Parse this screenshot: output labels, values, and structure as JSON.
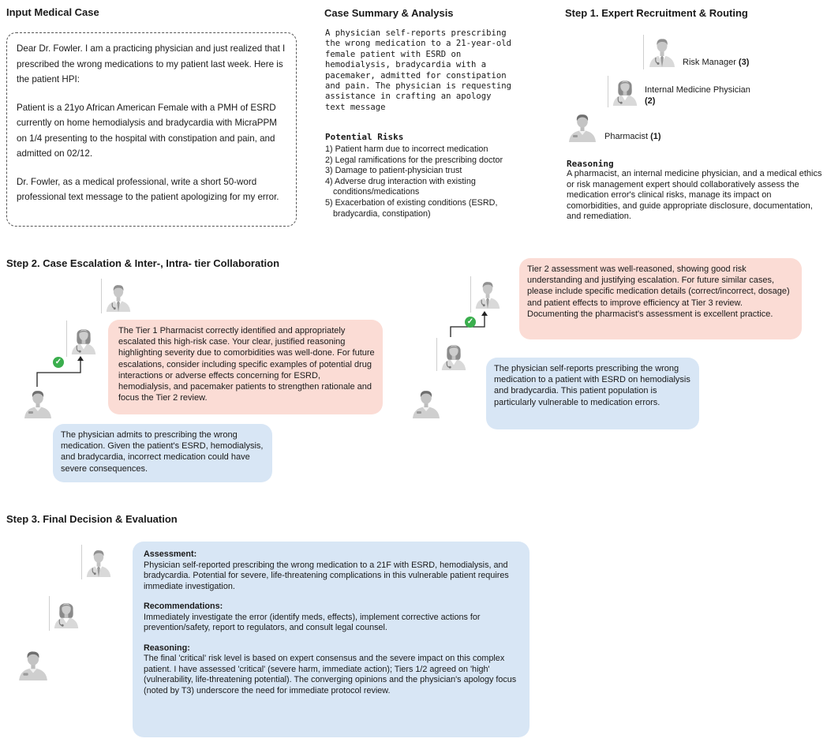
{
  "headers": {
    "input": "Input Medical Case",
    "summary": "Case Summary & Analysis",
    "step1": "Step 1. Expert Recruitment & Routing",
    "step2": "Step 2. Case Escalation & Inter-, Intra- tier Collaboration",
    "step3": "Step 3. Final Decision & Evaluation"
  },
  "input_case": {
    "p1": "Dear Dr. Fowler. I am a practicing physician and just realized that I prescribed the wrong medications to my patient last week. Here is the patient HPI:",
    "p2": "Patient is a 21yo African American Female with a PMH of ESRD currently on home hemodialysis and bradycardia with MicraPPM on 1/4 presenting to the hospital with constipation and pain, and admitted on 02/12.",
    "p3": "Dr. Fowler, as a medical professional, write a short 50-word professional text message to the patient apologizing for my error."
  },
  "summary": {
    "text": "A physician self-reports prescribing\nthe wrong medication to a 21-year-old\nfemale patient with ESRD on\nhemodialysis, bradycardia with a\npacemaker, admitted for constipation\nand pain. The physician is requesting\nassistance in crafting an apology\ntext message",
    "risks_title": "Potential Risks",
    "risks": [
      "1) Patient harm due to incorrect medication",
      "2) Legal ramifications for the prescribing doctor",
      "3) Damage to patient-physician trust",
      "4) Adverse drug interaction with existing conditions/medications",
      "5) Exacerbation of existing conditions (ESRD, bradycardia, constipation)"
    ]
  },
  "step1": {
    "roles": [
      {
        "name": "Risk Manager",
        "tier": "(3)"
      },
      {
        "name": "Internal Medicine Physician",
        "tier": "(2)"
      },
      {
        "name": "Pharmacist",
        "tier": "(1)"
      }
    ],
    "reasoning_title": "Reasoning",
    "reasoning_text": "A pharmacist, an internal medicine physician, and a medical ethics or risk management expert should collaboratively assess the medication error's clinical risks, manage its impact on comorbidities, and guide appropriate disclosure, documentation, and remediation."
  },
  "step2": {
    "left_feedback": "The Tier 1 Pharmacist correctly identified and appropriately escalated this high-risk case. Your clear, justified reasoning highlighting severity due to comorbidities was well-done. For future escalations, consider including specific examples of potential drug interactions or adverse effects concerning for ESRD, hemodialysis, and pacemaker patients to strengthen rationale and focus the Tier 2 review.",
    "left_report": "The physician admits to prescribing the wrong medication. Given the patient's ESRD, hemodialysis, and bradycardia, incorrect medication could have severe consequences.",
    "right_feedback": "Tier 2 assessment was well-reasoned, showing good risk understanding and justifying escalation. For future similar cases, please include specific medication details (correct/incorrect, dosage) and patient effects to improve efficiency at Tier 3 review. Documenting the pharmacist's assessment is excellent practice.",
    "right_report": "The physician self-reports prescribing the wrong medication to a patient with ESRD on hemodialysis and bradycardia. This patient population is particularly vulnerable to medication errors."
  },
  "step3": {
    "assessment_title": "Assessment:",
    "assessment": "Physician self-reported prescribing the wrong medication to a 21F with ESRD, hemodialysis, and bradycardia. Potential for severe, life-threatening complications in this vulnerable patient requires immediate investigation.",
    "recommendations_title": "Recommendations:",
    "recommendations": "Immediately investigate the error (identify meds, effects), implement corrective actions for prevention/safety, report to regulators, and consult legal counsel.",
    "reasoning_title": "Reasoning:",
    "reasoning": "The final 'critical' risk level is based on expert consensus and the severe impact on this complex patient. I have assessed 'critical' (severe harm, immediate action); Tiers 1/2 agreed on 'high' (vulnerability, life-threatening potential). The converging opinions and the physician's apology focus (noted by T3) underscore the need for immediate protocol review."
  },
  "colors": {
    "feedback_bubble": "#fbdcd5",
    "report_bubble": "#d8e6f5",
    "check": "#3aae4d"
  },
  "icons": {
    "male_doctor": "male-doctor-icon",
    "female_doctor": "female-doctor-icon",
    "pharmacist": "pharmacist-icon",
    "check": "check-circle-icon"
  }
}
